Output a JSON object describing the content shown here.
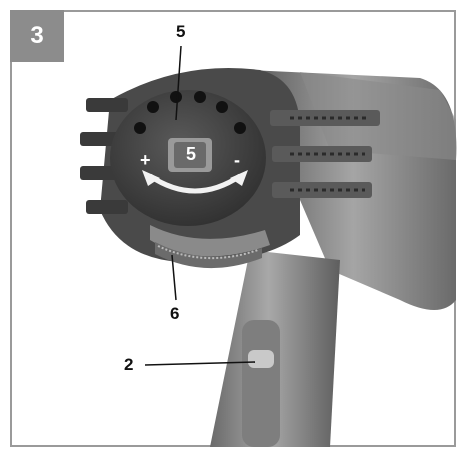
{
  "figure": {
    "number": "3"
  },
  "callouts": [
    {
      "id": "label-5",
      "text": "5"
    },
    {
      "id": "label-6",
      "text": "6"
    },
    {
      "id": "label-2",
      "text": "2"
    }
  ],
  "dial": {
    "plus": "+",
    "minus": "-",
    "setting": "5"
  },
  "colors": {
    "frame": "#9a9a9a",
    "fig_number_bg": "#8c8c8c",
    "housing_dark": "#3f3f3f",
    "housing_mid": "#6d6d6d",
    "housing_light": "#9b9b9b"
  }
}
